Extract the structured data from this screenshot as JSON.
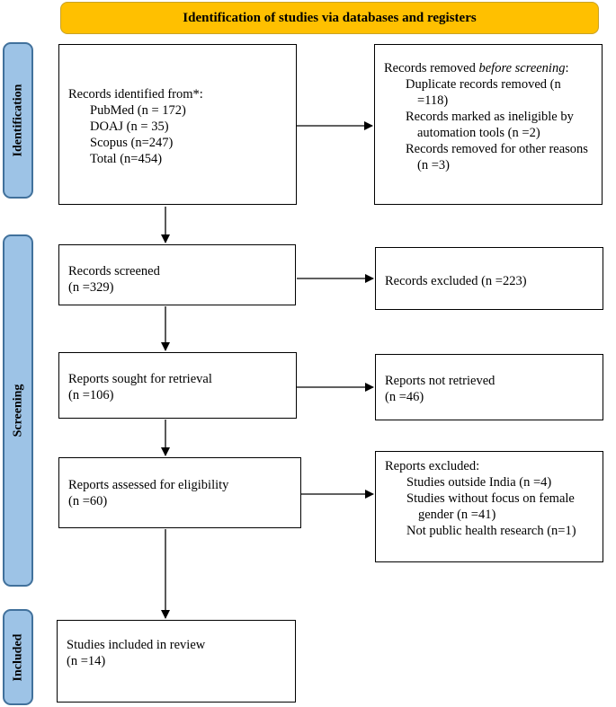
{
  "header": {
    "title": "Identification of studies via databases and registers"
  },
  "phases": {
    "identification": "Identification",
    "screening": "Screening",
    "included": "Included"
  },
  "boxes": {
    "identified": {
      "heading": "Records identified from*:",
      "sources": [
        "PubMed (n = 172)",
        "DOAJ (n = 35)",
        "Scopus (n=247)",
        "Total (n=454)"
      ]
    },
    "removed": {
      "heading_prefix": "Records removed ",
      "heading_emphasis": "before screening",
      "heading_suffix": ":",
      "items": [
        "Duplicate records removed (n =118)",
        "Records marked as ineligible by automation tools (n =2)",
        "Records removed for other reasons (n =3)"
      ]
    },
    "screened": {
      "label": "Records screened",
      "count": "(n =329)"
    },
    "excluded_records": {
      "label": "Records excluded (n =223)"
    },
    "sought": {
      "label": "Reports sought for retrieval",
      "count": "(n =106)"
    },
    "not_retrieved": {
      "label": "Reports not retrieved",
      "count": "(n =46)"
    },
    "assessed": {
      "label": "Reports assessed for eligibility",
      "count": "(n =60)"
    },
    "reports_excluded": {
      "heading": "Reports excluded:",
      "items": [
        "Studies outside India (n =4)",
        "Studies without focus on female gender (n =41)",
        "Not public health research (n=1)"
      ]
    },
    "included": {
      "label": "Studies included in review",
      "count": "(n =14)"
    }
  },
  "colors": {
    "header_fill": "#FFC000",
    "phase_fill": "#9DC3E6",
    "phase_border": "#41719C",
    "arrow": "#000000"
  }
}
